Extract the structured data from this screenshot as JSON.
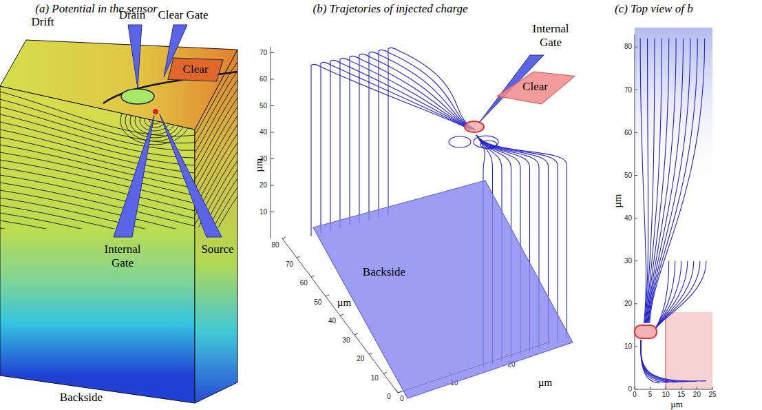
{
  "diagram": {
    "nodes": [
      {
        "text": [
          "Clear"
        ]
      },
      {
        "text": [
          "Clear"
        ]
      },
      {
        "text": [
          "Backside"
        ]
      }
    ],
    "labels": [
      "(a) Potential in the sensor",
      "(b) Trajetories of injected charge",
      "(c) Top view of b",
      "Drift",
      "Drain",
      "Clear Gate",
      "Internal Gate",
      "Source",
      "Backside",
      "Internal Gate",
      "µm",
      "µm",
      "µm",
      "µm",
      "µm",
      "10",
      "20",
      "30",
      "40",
      "50",
      "60",
      "70",
      "80",
      "70",
      "60",
      "50",
      "40",
      "30",
      "20",
      "10",
      "0",
      "0",
      "10",
      "20",
      "80",
      "70",
      "60",
      "50",
      "40",
      "30",
      "20",
      "10",
      "0",
      "0",
      "5",
      "10",
      "15",
      "20",
      "25"
    ]
  }
}
